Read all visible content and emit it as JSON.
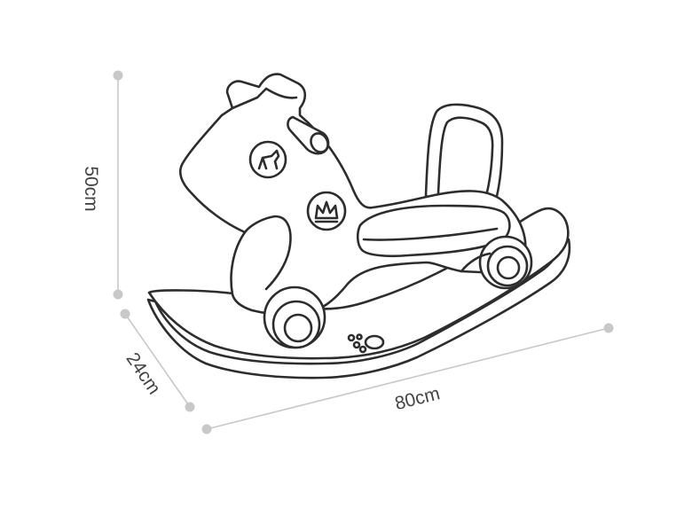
{
  "dimensions": {
    "height": "50cm",
    "depth": "24cm",
    "length": "80cm"
  },
  "colors": {
    "outline": "#2d2d2d",
    "dimension_line": "#c8c8c8",
    "dimension_text": "#444444",
    "background": "#ffffff"
  },
  "icons": [
    "horse-emblem-icon",
    "crown-emblem-icon",
    "paw-print-icon"
  ]
}
